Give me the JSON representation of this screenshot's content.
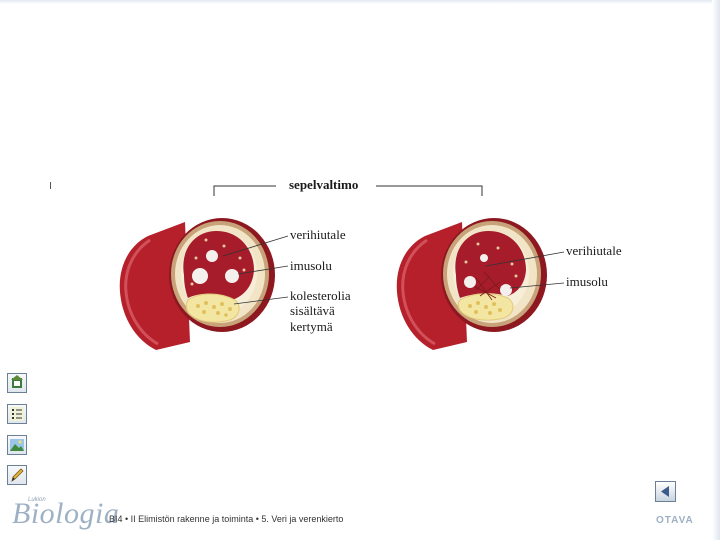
{
  "diagram": {
    "title": "sepelvaltimo",
    "left_labels": [
      "verihiutale",
      "imusolu",
      "kolesterolia",
      "sisältävä",
      "kertymä"
    ],
    "right_labels": [
      "verihiutale",
      "imusolu"
    ]
  },
  "sidebar": {
    "icons": [
      "home-icon",
      "list-icon",
      "image-icon",
      "pencil-icon"
    ]
  },
  "nav": {
    "back_icon": "triangle-left-icon"
  },
  "footer": {
    "logo_small": "Lukion",
    "logo": "Biologia",
    "breadcrumb": "BI4 • II Elimistön rakenne ja toiminta • 5. Veri ja verenkierto",
    "publisher": "OTAVA"
  },
  "colors": {
    "artery_outer": "#b5202b",
    "artery_inner": "#a61c2a",
    "wall": "#f2e4c6",
    "plaque": "#f3e6a2",
    "frame": "#6b7f95"
  }
}
